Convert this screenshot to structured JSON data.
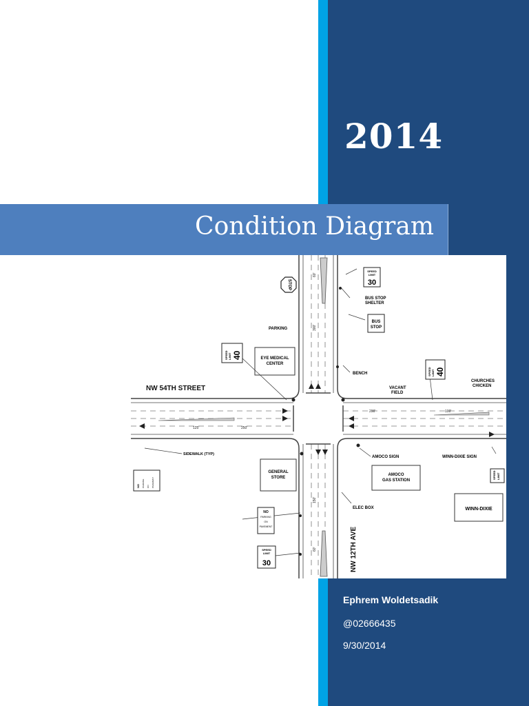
{
  "cover": {
    "year": "2014",
    "title": "Condition Diagram"
  },
  "colors": {
    "navy": "#1f4a7e",
    "cyan": "#00a3e6",
    "title_band": "#4e7fbe"
  },
  "diagram": {
    "streets": {
      "ew": "NW 54TH STREET",
      "ns": "NW 12TH AVE"
    },
    "buildings": {
      "eye_medical": [
        "EYE MEDICAL",
        "CENTER"
      ],
      "general_store": [
        "GENERAL",
        "STORE"
      ],
      "amoco_station": [
        "AMOCO",
        "GAS STATION"
      ],
      "winn_dixie": "WINN-DIXIE"
    },
    "labels": {
      "parking": "PARKING",
      "vacant_field": [
        "VACANT",
        "FIELD"
      ],
      "churches_chicken": [
        "CHURCHES",
        "CHICKEN"
      ],
      "bench": "BENCH",
      "bus_stop_shelter": [
        "BUS STOP",
        "SHELTER"
      ],
      "bus_stop_sign": [
        "BUS",
        "STOP"
      ],
      "sidewalk": "SIDEWALK (TYP)",
      "amoco_sign": "AMOCO SIGN",
      "winn_dixie_sign": "WINN-DIXIE SIGN",
      "elec_box": "ELEC BOX",
      "no_parking": [
        "NO",
        "PARKING",
        "ON",
        "PAVEMENT"
      ]
    },
    "signs": {
      "stop": "STOP",
      "speed_caption": [
        "SPEED",
        "LIMIT"
      ],
      "speed_30": "30",
      "speed_40": "40"
    },
    "dims": {
      "d60a": "60'",
      "d300": "300'",
      "d200": "200'",
      "d100": "100'",
      "d125": "125'",
      "d250": "250'",
      "d150": "150'",
      "d60b": "60'"
    }
  },
  "author": {
    "name": "Ephrem Woldetsadik",
    "id": "@02666435",
    "date": "9/30/2014"
  }
}
